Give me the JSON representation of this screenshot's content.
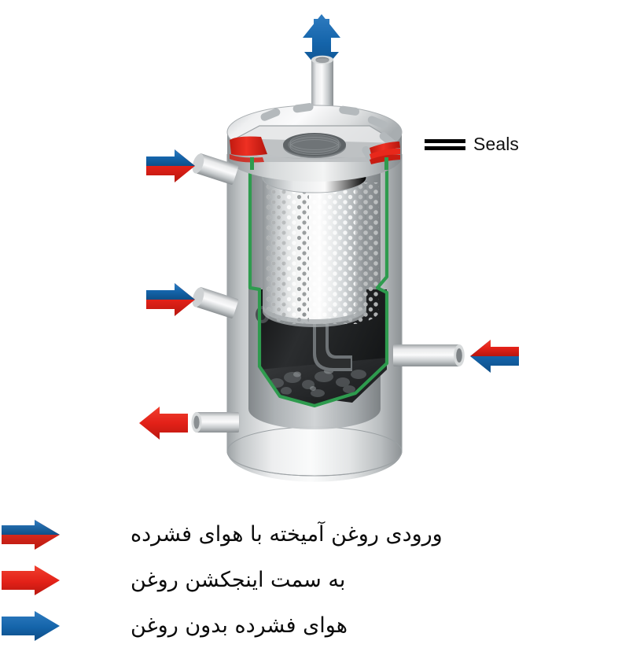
{
  "diagram": {
    "title_visible": false,
    "callout": {
      "seals_label": "Seals",
      "marker": "double-line-marker"
    },
    "vessel": {
      "name": "oil-air-separator-vessel",
      "parts": [
        "top-flange-lid",
        "outlet-pipe-top",
        "center-threaded-port",
        "bolt-slots",
        "perforated-filter-element",
        "lower-collection-chamber",
        "internal-elbow-pipe",
        "sediment-bed",
        "side-port-upper-left",
        "side-port-middle-left",
        "side-port-lower-left",
        "side-port-right"
      ]
    },
    "flow_arrows": [
      {
        "id": "arrow-top-outlet",
        "direction": "up",
        "style": "blue",
        "meaning_key": "legend.items.2.label"
      },
      {
        "id": "arrow-upper-left-in",
        "direction": "right",
        "style": "blue-red",
        "meaning_key": "legend.items.0.label"
      },
      {
        "id": "arrow-middle-left-in",
        "direction": "right",
        "style": "blue-red",
        "meaning_key": "legend.items.0.label"
      },
      {
        "id": "arrow-lower-left-out",
        "direction": "left",
        "style": "red",
        "meaning_key": "legend.items.1.label"
      },
      {
        "id": "arrow-right-in",
        "direction": "left",
        "style": "red-blue",
        "meaning_key": "legend.items.0.label"
      }
    ]
  },
  "legend": {
    "items": [
      {
        "arrow_style": "blue-red",
        "label": "ورودی روغن آمیخته با هوای فشرده"
      },
      {
        "arrow_style": "red",
        "label": "به سمت اینجکشن روغن"
      },
      {
        "arrow_style": "blue",
        "label": "هوای فشرده بدون روغن"
      }
    ]
  },
  "colors": {
    "blue": "#1464AA",
    "blue_dark": "#0F4C85",
    "red": "#E32118",
    "red_dark": "#B8170F",
    "seal_red": "#E8281B",
    "green_line": "#2E9B4E",
    "metal_light": "#F2F3F3",
    "metal_mid": "#C9CCCE",
    "metal_dark": "#8C9194",
    "cavity_dark": "#222426",
    "text": "#0B0B0B",
    "background": "#FFFFFF"
  }
}
